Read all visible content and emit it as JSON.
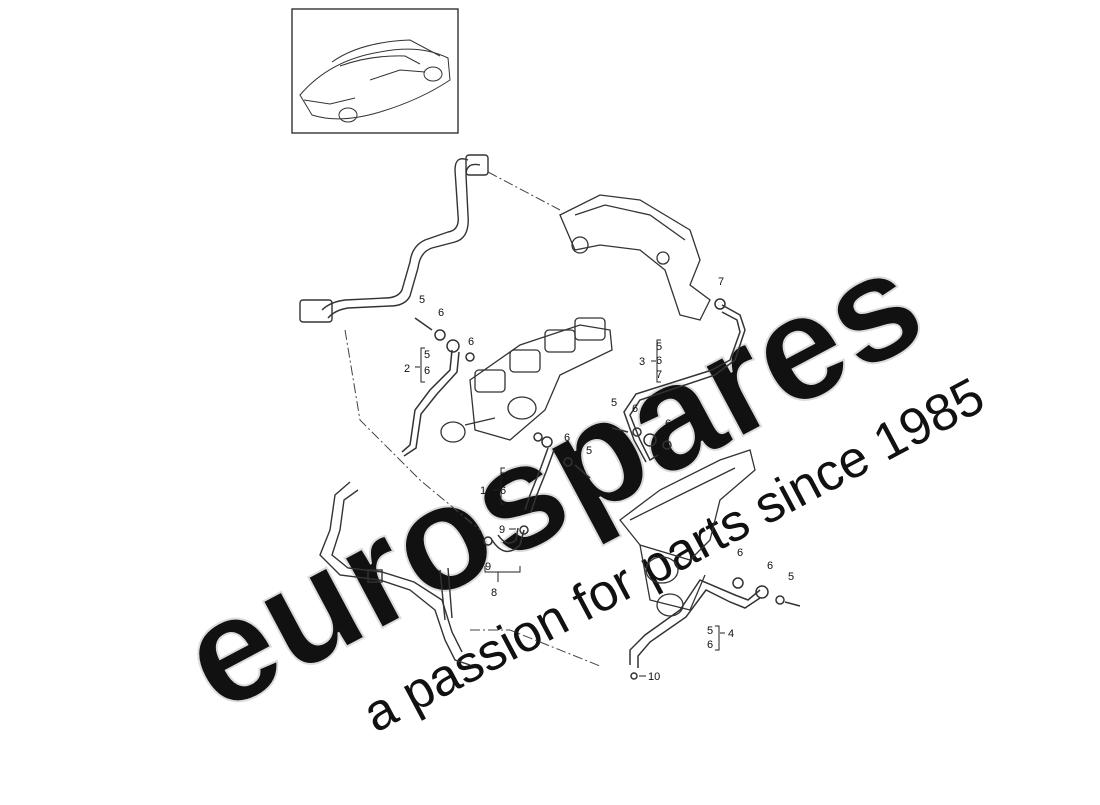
{
  "watermark": {
    "brand": "eurospares",
    "tagline": "a passion for parts since 1985",
    "brand_color": "#e6e6e6",
    "tagline_color": "#f3f0b4"
  },
  "diagram": {
    "label_color": "#111111",
    "line_color": "#333333",
    "part_labels": {
      "p1": "1",
      "p2": "2",
      "p3": "3",
      "p4": "4",
      "p8": "8",
      "p10": "10",
      "a5": "5",
      "a6": "6",
      "b6": "6",
      "g2_5": "5",
      "g2_6": "6",
      "g3_5": "5",
      "g3_6": "6",
      "g3_7": "7",
      "t7": "7",
      "m5a": "5",
      "m6a": "6",
      "m6b": "6",
      "g1_5": "5",
      "g1_6": "6",
      "c6": "6",
      "c5": "5",
      "q9": "9",
      "g8_9": "9",
      "g4_5": "5",
      "g4_6": "6",
      "r6": "6",
      "r6b": "6",
      "r5": "5"
    }
  }
}
